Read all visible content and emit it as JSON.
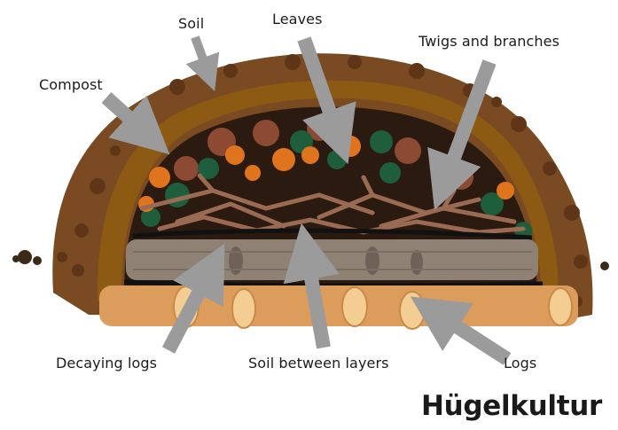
{
  "title": "Hügelkultur",
  "labels": {
    "soil": "Soil",
    "leaves": "Leaves",
    "twigs": "Twigs and branches",
    "compost": "Compost",
    "decaying_logs": "Decaying logs",
    "soil_between": "Soil between layers",
    "logs": "Logs"
  },
  "colors": {
    "soil": "#7a4a22",
    "compost": "#8c5a12",
    "leaves_orange": "#e0741e",
    "leaves_green": "#1f5e3d",
    "leaves_brown": "#8c4a32",
    "twigs": "#9a6a52",
    "decaying_logs": "#8f8275",
    "fresh_logs": "#dc9c5c",
    "arrow": "#9b9b9b"
  }
}
